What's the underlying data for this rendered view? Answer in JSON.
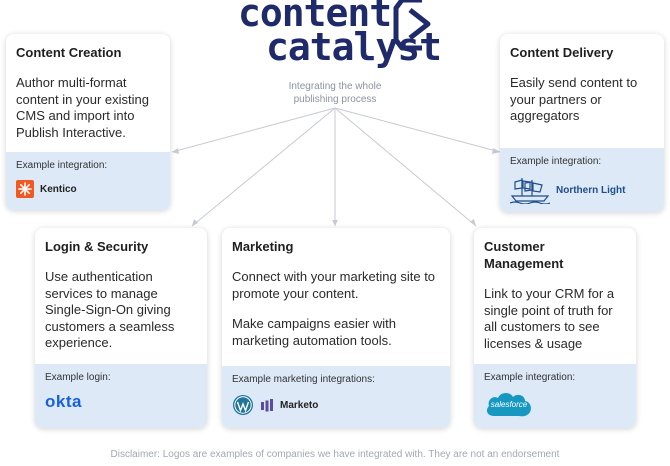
{
  "brand": {
    "line1": "content",
    "line2": "catalyst",
    "tagline": "Integrating the whole publishing process",
    "color": "#1f2a6b"
  },
  "cards": {
    "creation": {
      "title": "Content Creation",
      "desc": "Author multi-format content in your existing CMS and import into Publish Interactive.",
      "footer_label": "Example integration:",
      "partner": "Kentico"
    },
    "delivery": {
      "title": "Content Delivery",
      "desc": "Easily send content to your partners or aggregators",
      "footer_label": "Example integration:",
      "partner": "Northern Light"
    },
    "login": {
      "title": "Login & Security",
      "desc": "Use authentication services to manage Single-Sign-On giving customers a seamless experience.",
      "footer_label": "Example login:",
      "partner": "okta"
    },
    "marketing": {
      "title": "Marketing",
      "desc1": "Connect with your marketing site to promote your content.",
      "desc2": "Make campaigns easier with marketing automation tools.",
      "footer_label": "Example marketing integrations:",
      "partner": "Marketo"
    },
    "customer": {
      "title": "Customer Management",
      "desc": "Link to your CRM for a single point of truth for all customers to see licenses & usage",
      "footer_label": "Example integration:",
      "partner": "salesforce"
    }
  },
  "disclaimer": "Disclaimer: Logos are examples of companies we have integrated with. They are not an endorsement",
  "colors": {
    "footer_bg": "#dde9f7",
    "okta": "#1662dd",
    "salesforce": "#1798c1",
    "kentico": "#f05a22",
    "marketo": "#5c4c9f",
    "wordpress": "#21759b"
  }
}
